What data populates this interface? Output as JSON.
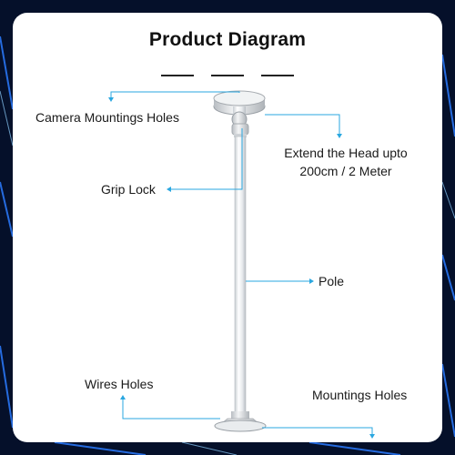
{
  "diagram": {
    "title": "Product Diagram",
    "labels": {
      "camera_holes": "Camera Mountings Holes",
      "extend_line1": "Extend the Head upto",
      "extend_line2": "200cm / 2 Meter",
      "grip_lock": "Grip Lock",
      "pole": "Pole",
      "wires_holes": "Wires Holes",
      "mountings_holes": "Mountings Holes"
    },
    "colors": {
      "background": "#05102a",
      "neon": "#2b7bff",
      "card": "#ffffff",
      "leader": "#2aa7e0",
      "pole": "#e6e9ec"
    }
  }
}
